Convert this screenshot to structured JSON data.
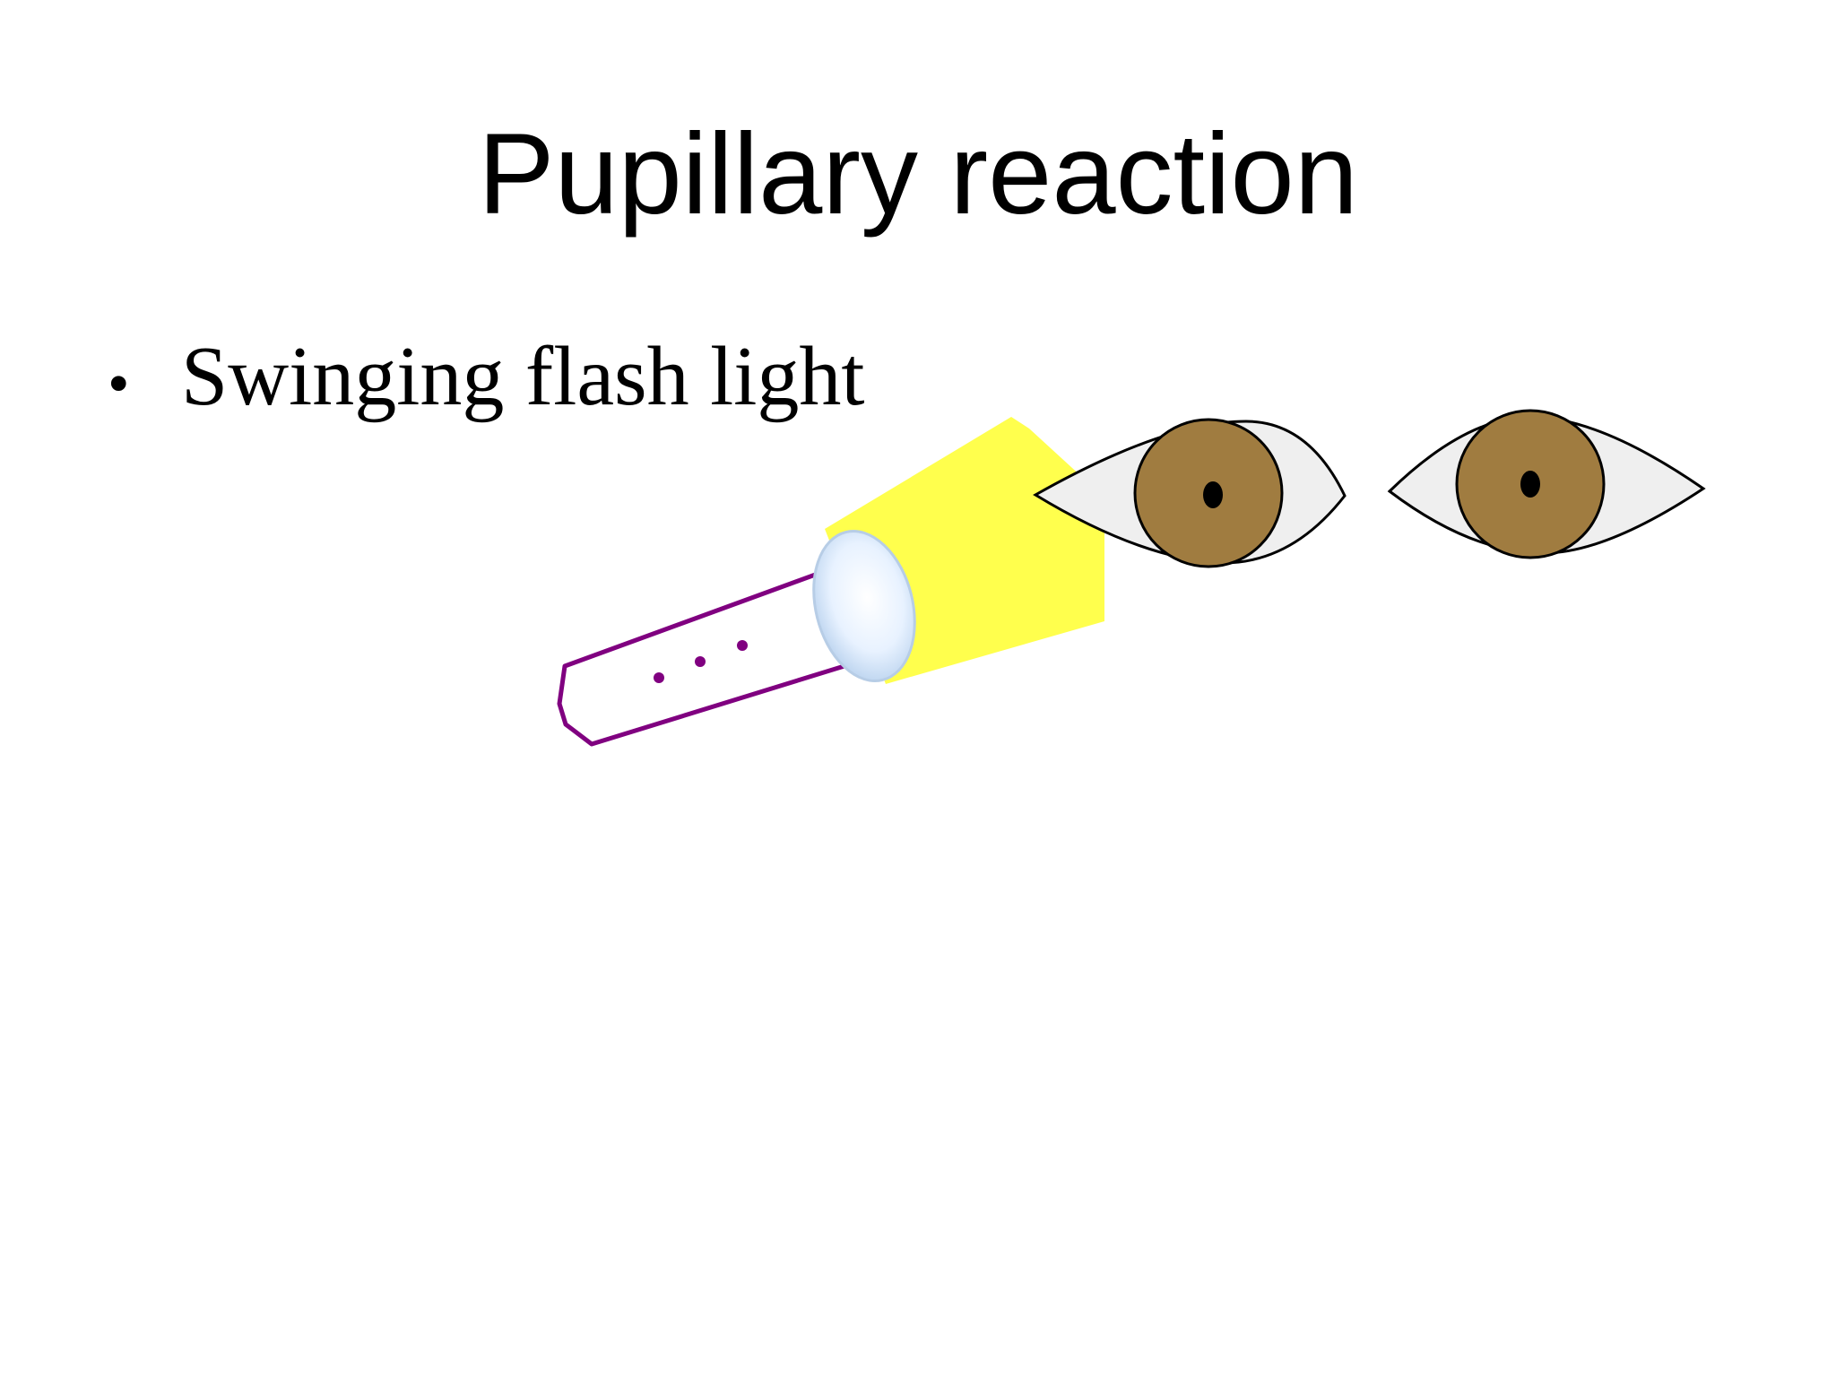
{
  "slide": {
    "title": "Pupillary reaction",
    "bullets": [
      {
        "marker": "•",
        "text": "Swinging flash light"
      }
    ]
  },
  "illustration": {
    "elements": [
      "flashlight-icon",
      "light-beam",
      "right-eye-icon",
      "left-eye-icon"
    ],
    "colors": {
      "beam": "#ffff4d",
      "flashlight_outline": "#800080",
      "lens": "#e8f2ff",
      "iris": "#a07c40",
      "pupil": "#000000",
      "sclera": "#efefef"
    }
  }
}
